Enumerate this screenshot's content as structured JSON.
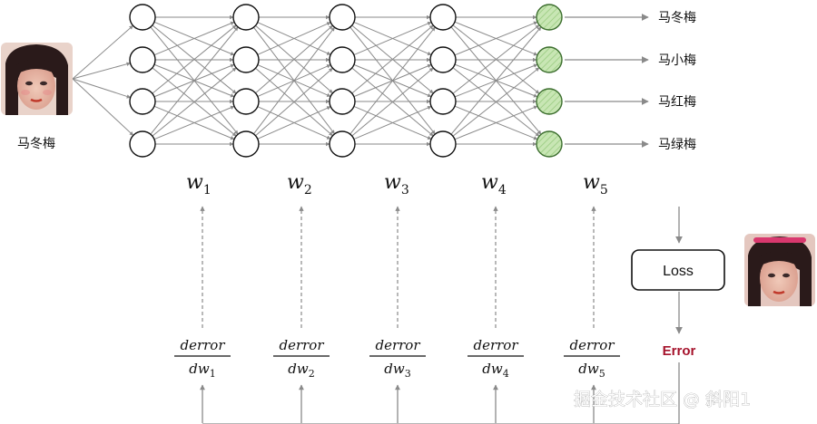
{
  "input": {
    "label": "马冬梅"
  },
  "outputs": [
    {
      "label": "马冬梅"
    },
    {
      "label": "马小梅"
    },
    {
      "label": "马红梅"
    },
    {
      "label": "马绿梅"
    }
  ],
  "weights": [
    {
      "symbol": "w",
      "sub": "1"
    },
    {
      "symbol": "w",
      "sub": "2"
    },
    {
      "symbol": "w",
      "sub": "3"
    },
    {
      "symbol": "w",
      "sub": "4"
    },
    {
      "symbol": "w",
      "sub": "5"
    }
  ],
  "gradients": {
    "numerator": "derror",
    "denominator": "dw",
    "subs": [
      "1",
      "2",
      "3",
      "4",
      "5"
    ]
  },
  "loss": {
    "label": "Loss"
  },
  "error": {
    "label": "Error"
  },
  "watermark": "掘金技术社区 @ 斜阳1",
  "colors": {
    "node_stroke": "#111111",
    "output_fill": "#c8e6b4",
    "output_stroke": "#3c6e2e",
    "edge": "#8a8a8a",
    "error_text": "#a5122b"
  }
}
